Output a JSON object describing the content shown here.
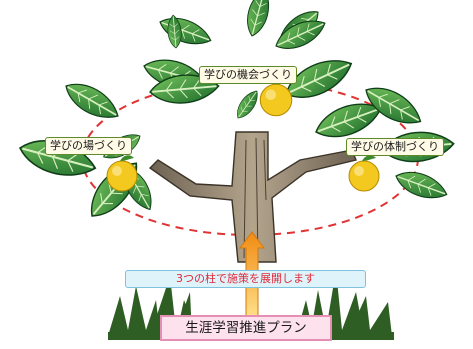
{
  "diagram": {
    "labels": {
      "center": "学びの機会づくり",
      "left": "学びの場づくり",
      "right": "学びの体制づくり"
    },
    "banner": "3つの柱で施策を展開します",
    "plan": "生涯学習推進プラン"
  },
  "colors": {
    "leaf_dark": "#1b6b2b",
    "leaf_light": "#57b247",
    "trunk": "#9a8a72",
    "trunk_dark": "#3b3328",
    "fruit": "#f2c51e",
    "dashed_circle": "#e03333",
    "arrow": "#f5a623",
    "grass": "#2f5e24"
  }
}
